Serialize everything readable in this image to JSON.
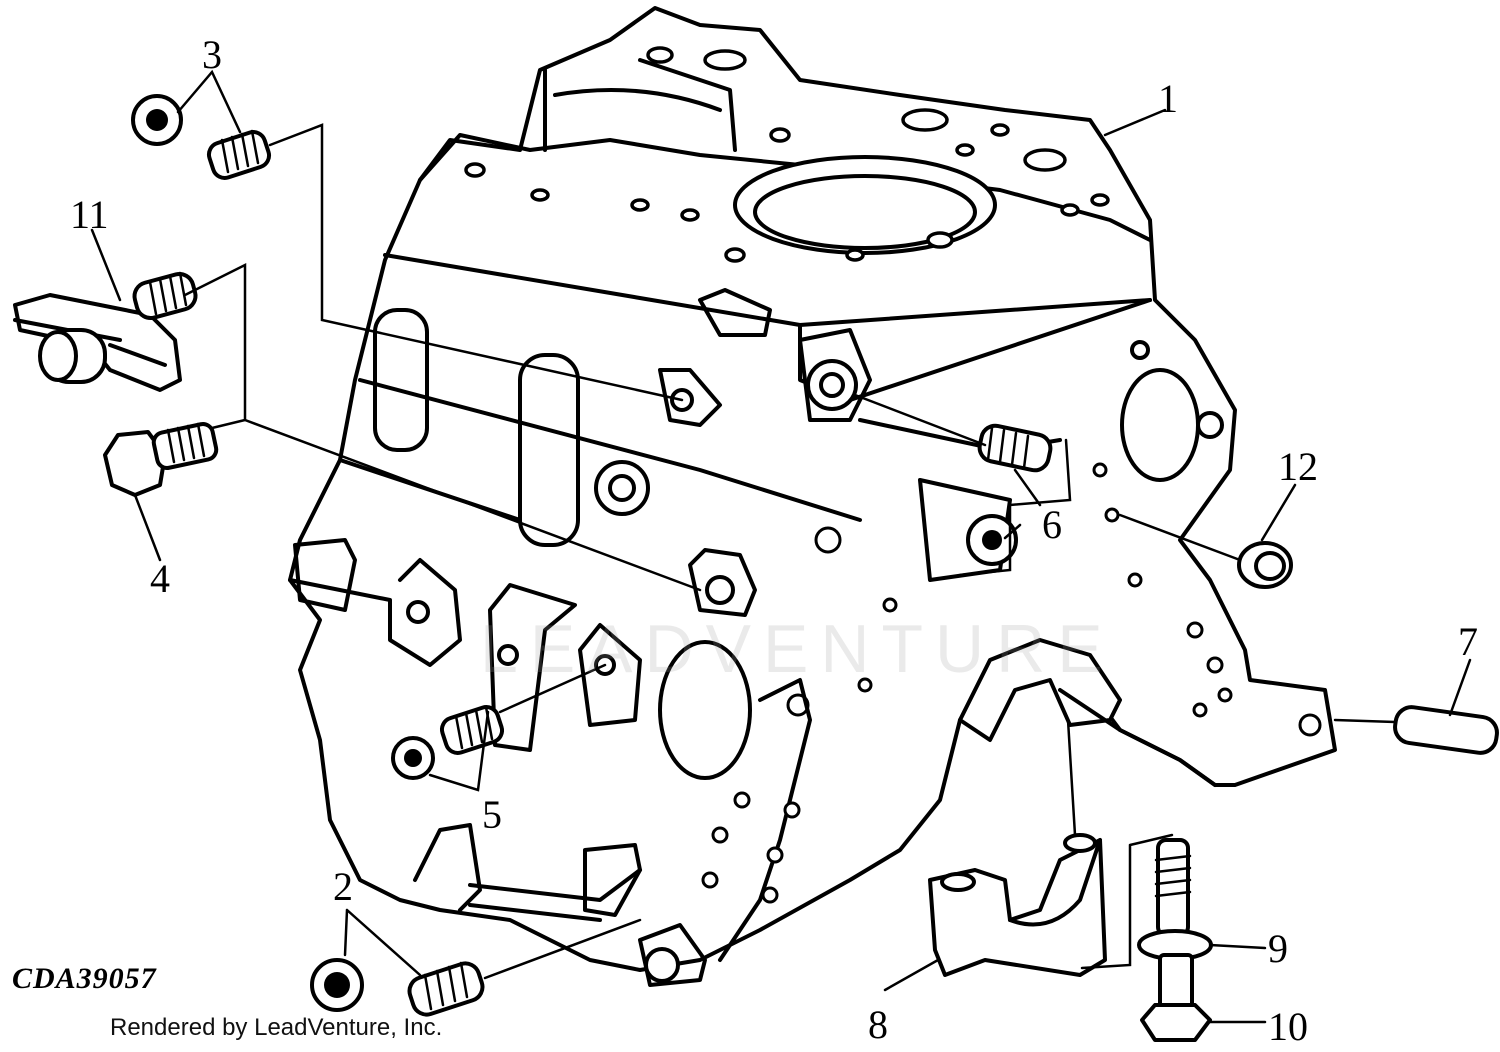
{
  "diagram": {
    "figure_id": "CDA39057",
    "credit": "Rendered by LeadVenture, Inc.",
    "watermark": "LeadVenture",
    "callouts": [
      "1",
      "2",
      "3",
      "4",
      "5",
      "6",
      "7",
      "8",
      "9",
      "10",
      "11",
      "12"
    ]
  }
}
